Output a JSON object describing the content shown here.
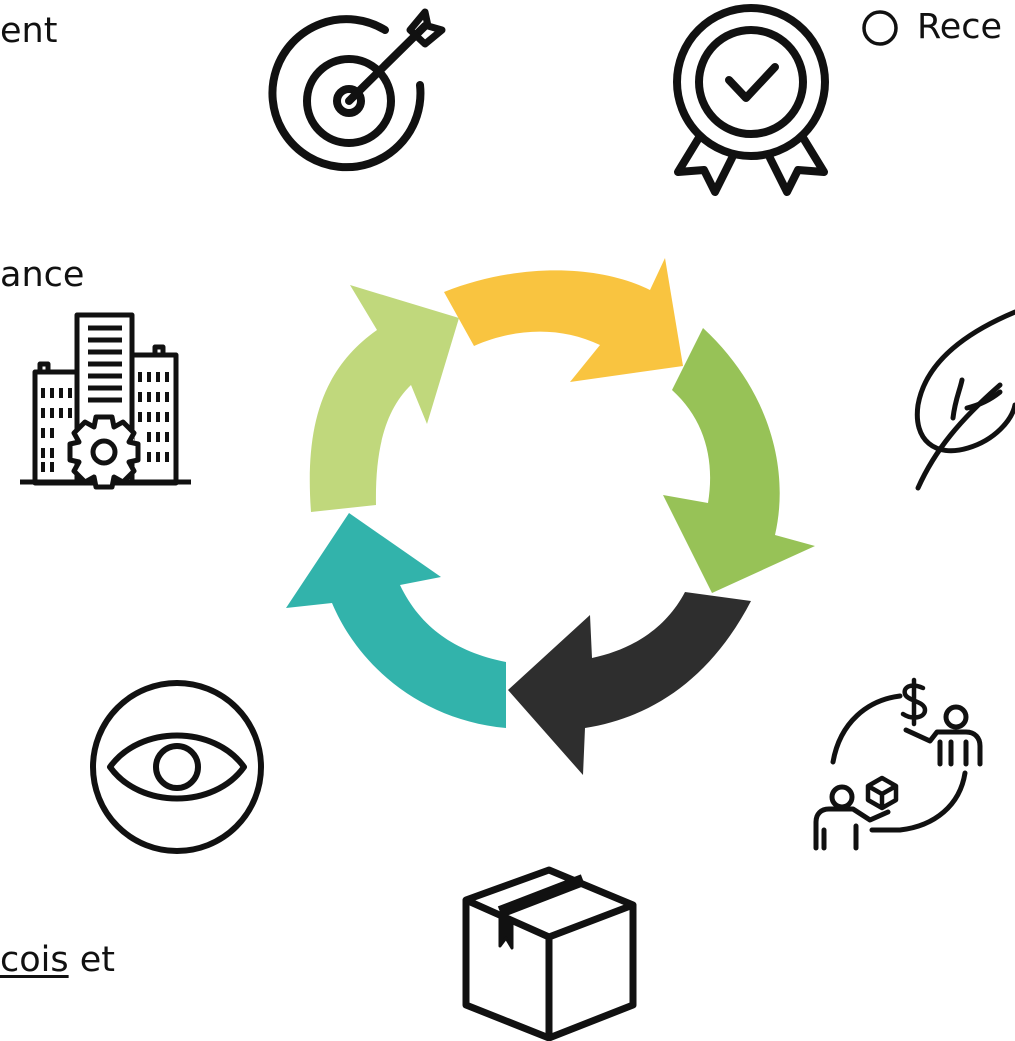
{
  "labels": {
    "top_left": "ent",
    "left_mid": "ance",
    "top_right": "Rece",
    "bottom_left_underlined": "cois",
    "bottom_left_rest": " et"
  },
  "colors": {
    "arrow_yellow": "#F9C440",
    "arrow_green": "#97C257",
    "arrow_black": "#2E2E2E",
    "arrow_teal": "#32B3AB",
    "arrow_lightgreen": "#C0D87C",
    "icon_stroke": "#111111"
  },
  "icons": [
    "target-icon",
    "award-ribbon-icon",
    "radio-circle-icon",
    "leaf-icon",
    "buildings-gear-icon",
    "trade-exchange-icon",
    "eye-icon",
    "box-icon"
  ]
}
